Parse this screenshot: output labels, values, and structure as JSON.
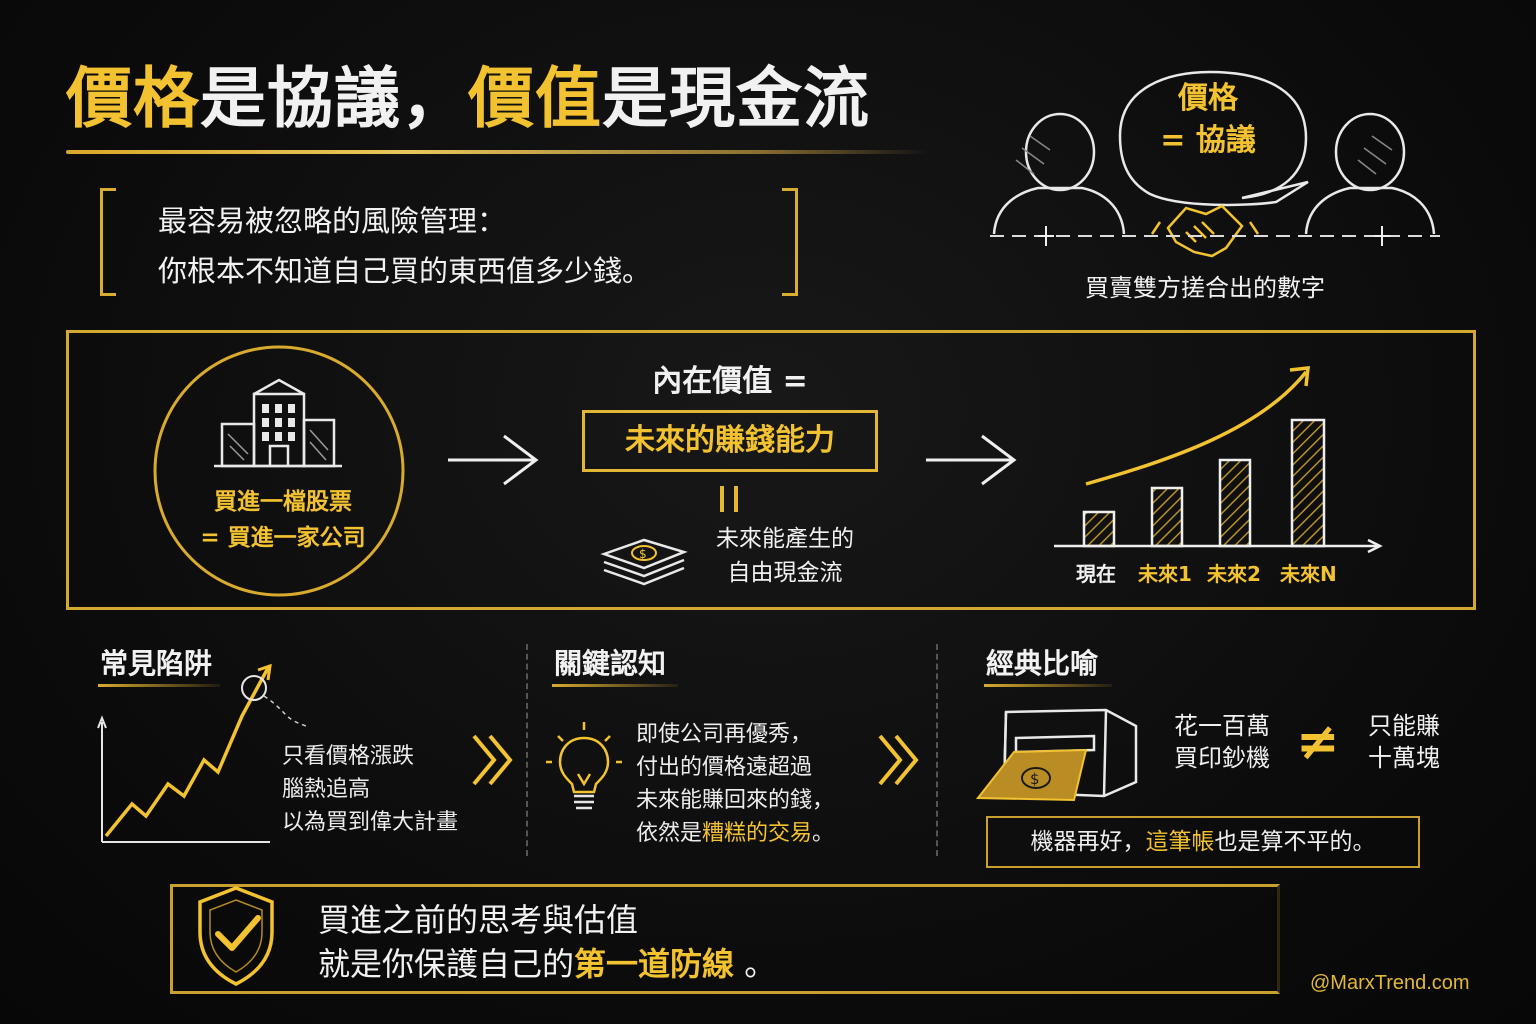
{
  "title": {
    "p1": "價格",
    "p2": "是協議，",
    "p3": "價值",
    "p4": "是現金流"
  },
  "quote": {
    "line1": "最容易被忽略的風險管理：",
    "line2": "你根本不知道自己買的東西值多少錢。"
  },
  "negotiation": {
    "bubble_line1": "價格",
    "bubble_line2": "= 協議",
    "caption": "買賣雙方搓合出的數字"
  },
  "stock": {
    "line1": "買進一檔股票",
    "line2": "= 買進一家公司"
  },
  "intrinsic": {
    "head": "內在價值 =",
    "box": "未來的賺錢能力",
    "fcf_line1": "未來能產生的",
    "fcf_line2": "自由現金流"
  },
  "bars": {
    "labels": [
      "現在",
      "未來1",
      "未來2",
      "未來N"
    ]
  },
  "trap": {
    "title": "常見陷阱",
    "lines": [
      "只看價格漲跌",
      "腦熱追高",
      "以為買到偉大計畫"
    ]
  },
  "key": {
    "title": "關鍵認知",
    "lines": [
      "即使公司再優秀，",
      "付出的價格遠超過",
      "未來能賺回來的錢，"
    ],
    "last_pre": "依然是",
    "last_hl": "糟糕的交易",
    "last_post": "。"
  },
  "metaphor": {
    "title": "經典比喻",
    "left1": "花一百萬",
    "left2": "買印鈔機",
    "neq": "≠",
    "right1": "只能賺",
    "right2": "十萬塊",
    "note_pre": "機器再好，",
    "note_hl": "這筆帳",
    "note_post": "也是算不平的。"
  },
  "defense": {
    "line1": "買進之前的思考與估值",
    "line2_pre": "就是你保護自己的",
    "line2_hl": "第一道防線",
    "line2_post": " 。"
  },
  "handle": "@MarxTrend.com",
  "colors": {
    "accent": "#f2c230",
    "background": "#0c0c0c",
    "text": "#f1f1f1"
  }
}
